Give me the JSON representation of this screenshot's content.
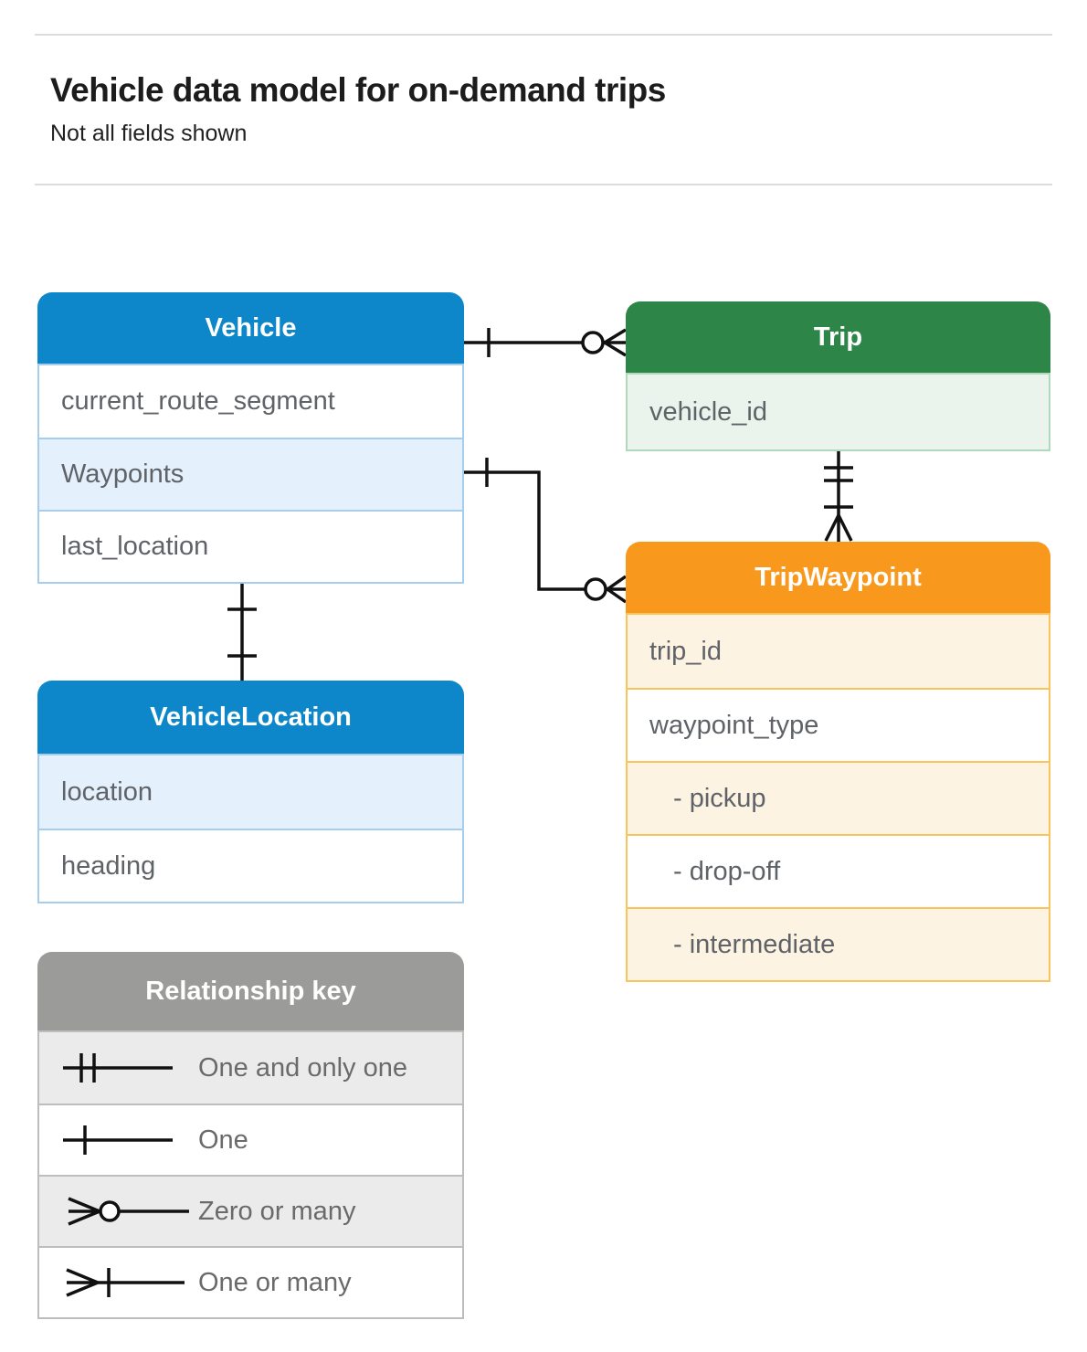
{
  "header": {
    "title": "Vehicle data model for on-demand trips",
    "subtitle": "Not all fields shown"
  },
  "tables": {
    "vehicle": {
      "title": "Vehicle",
      "fields": [
        "current_route_segment",
        "Waypoints",
        "last_location"
      ]
    },
    "trip": {
      "title": "Trip",
      "fields": [
        "vehicle_id"
      ]
    },
    "trip_waypoint": {
      "title": "TripWaypoint",
      "fields": [
        "trip_id",
        "waypoint_type",
        "- pickup",
        "- drop-off",
        "- intermediate"
      ]
    },
    "vehicle_location": {
      "title": "VehicleLocation",
      "fields": [
        "location",
        "heading"
      ]
    }
  },
  "legend": {
    "title": "Relationship key",
    "items": [
      {
        "symbol": "one-and-only-one-symbol",
        "label": "One and only one"
      },
      {
        "symbol": "one-symbol",
        "label": "One"
      },
      {
        "symbol": "zero-or-many-symbol",
        "label": "Zero or many"
      },
      {
        "symbol": "one-or-many-symbol",
        "label": "One or many"
      }
    ]
  },
  "colors": {
    "vehicle_header": "#0d87c9",
    "vehicle_row_tint": "#e4f0fc",
    "vehicle_border": "#a6cdeb",
    "trip_header": "#2e8548",
    "trip_row_tint": "#eaf4ed",
    "trip_border": "#b2d8bb",
    "trip_waypoint_header": "#f8991d",
    "trip_waypoint_row_tint": "#fdf3e3",
    "trip_waypoint_border": "#fbc35c",
    "legend_header": "#9b9b99",
    "legend_row_tint": "#ebebeb",
    "connector": "#111111",
    "field_text": "#5f6368"
  }
}
